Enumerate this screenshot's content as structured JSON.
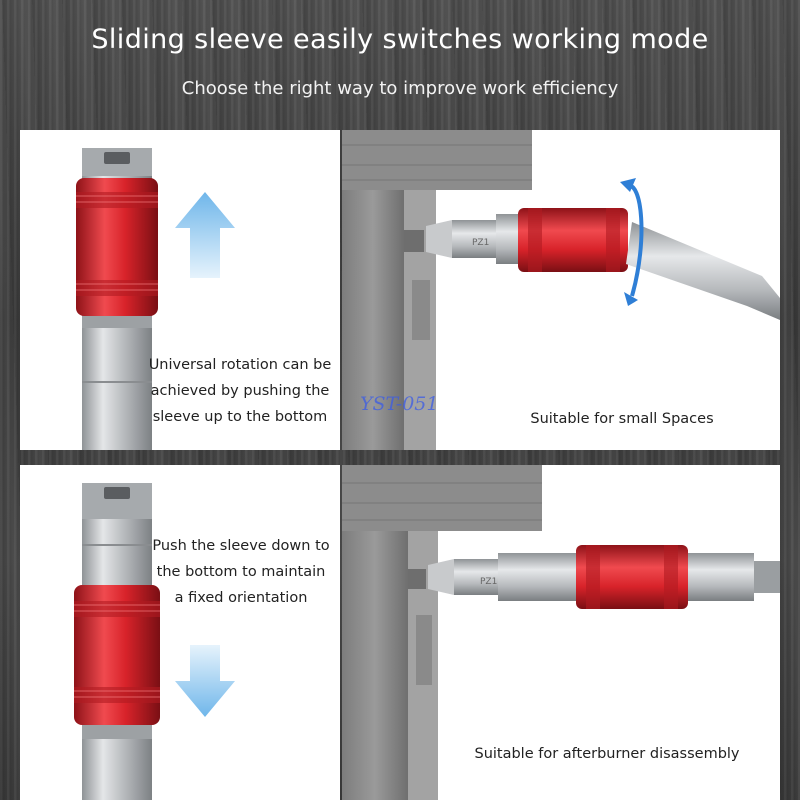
{
  "heading": {
    "title": "Sliding sleeve easily switches working mode",
    "subtitle": "Choose the right way to improve work efficiency"
  },
  "panels": {
    "top_left": {
      "caption_lines": [
        "Universal rotation can be",
        "achieved by pushing the",
        "sleeve up to the bottom"
      ],
      "arrow_direction": "up"
    },
    "top_right": {
      "caption": "Suitable for small Spaces",
      "bit_mark": "PZ1"
    },
    "bottom_left": {
      "caption_lines": [
        "Push the sleeve down to",
        "the bottom to maintain",
        "a fixed orientation"
      ],
      "arrow_direction": "down"
    },
    "bottom_right": {
      "caption": "Suitable for afterburner disassembly",
      "bit_mark": "PZ1"
    }
  },
  "watermark": "YST-051",
  "colors": {
    "sleeve_red": "#d8232a",
    "arrow_blue": "#8cc8ee",
    "rotation_blue": "#2f7fd6",
    "metal": "#b9bcbf",
    "wood_gray": "#8a8a8a"
  }
}
